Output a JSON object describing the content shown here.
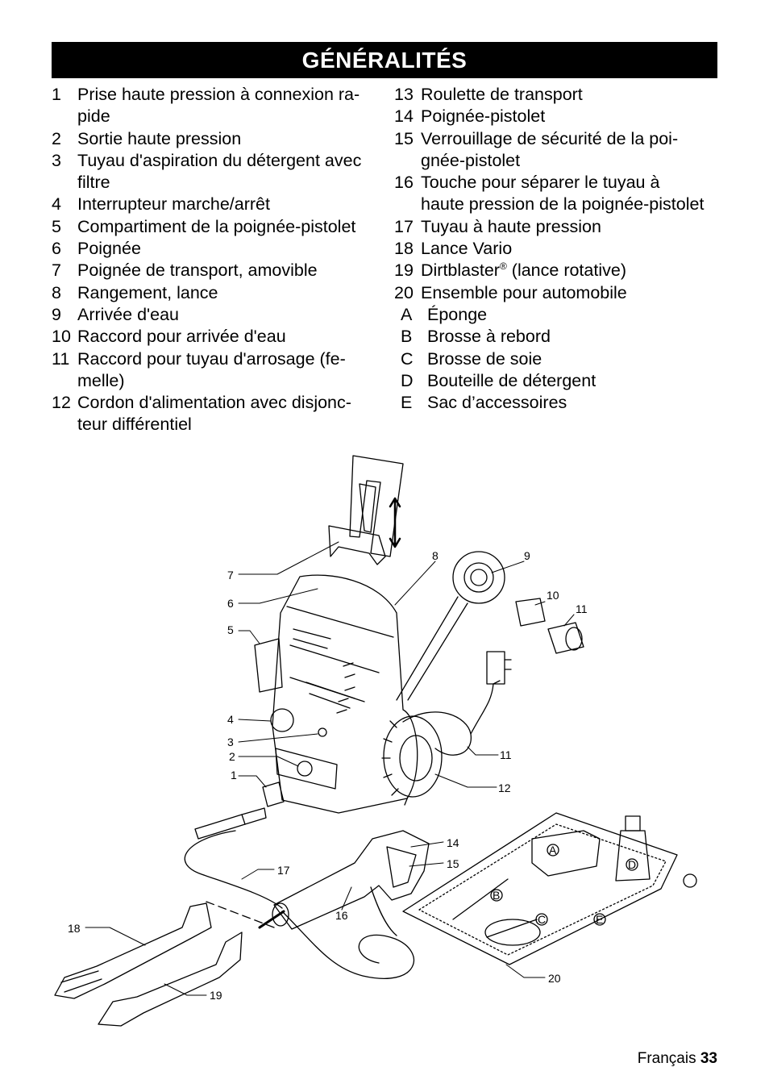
{
  "header": {
    "title": "GÉNÉRALITÉS"
  },
  "left_items": [
    {
      "n": "1",
      "t": "Prise haute pression à connexion ra-\npide"
    },
    {
      "n": "2",
      "t": "Sortie haute pression"
    },
    {
      "n": "3",
      "t": "Tuyau d'aspiration du détergent avec\nfiltre"
    },
    {
      "n": "4",
      "t": "Interrupteur marche/arrêt"
    },
    {
      "n": "5",
      "t": "Compartiment de la poignée-pistolet"
    },
    {
      "n": "6",
      "t": "Poignée"
    },
    {
      "n": "7",
      "t": "Poignée de transport, amovible"
    },
    {
      "n": "8",
      "t": "Rangement, lance"
    },
    {
      "n": "9",
      "t": "Arrivée d'eau"
    },
    {
      "n": "10",
      "t": "Raccord pour arrivée d'eau"
    },
    {
      "n": "11",
      "t": "Raccord pour tuyau d'arrosage (fe-\nmelle)"
    },
    {
      "n": "12",
      "t": "Cordon d'alimentation avec disjonc-\nteur différentiel"
    }
  ],
  "right_items": [
    {
      "n": "13",
      "t": "Roulette de transport"
    },
    {
      "n": "14",
      "t": "Poignée-pistolet"
    },
    {
      "n": "15",
      "t": "Verrouillage de sécurité de la poi-\ngnée-pistolet"
    },
    {
      "n": "16",
      "t": "Touche pour séparer le tuyau à\nhaute pression de la poignée-pistolet"
    },
    {
      "n": "17",
      "t": "Tuyau à haute pression"
    },
    {
      "n": "18",
      "t": "Lance Vario"
    },
    {
      "n": "19",
      "t": "Dirtblaster",
      "sup": "®",
      "rest": " (lance rotative)"
    },
    {
      "n": "20",
      "t": "Ensemble pour automobile"
    },
    {
      "n": "A",
      "t": "Éponge"
    },
    {
      "n": "B",
      "t": "Brosse à rebord"
    },
    {
      "n": "C",
      "t": "Brosse de soie"
    },
    {
      "n": "D",
      "t": "Bouteille de détergent"
    },
    {
      "n": "E",
      "t": "Sac d’accessoires"
    }
  ],
  "figure": {
    "callouts": [
      "7",
      "6",
      "5",
      "4",
      "3",
      "2",
      "1",
      "8",
      "9",
      "10",
      "11",
      "11",
      "12",
      "14",
      "15",
      "16",
      "17",
      "18",
      "19",
      "20",
      "A",
      "B",
      "C",
      "D",
      "E"
    ]
  },
  "footer": {
    "language": "Français",
    "page": "33"
  }
}
